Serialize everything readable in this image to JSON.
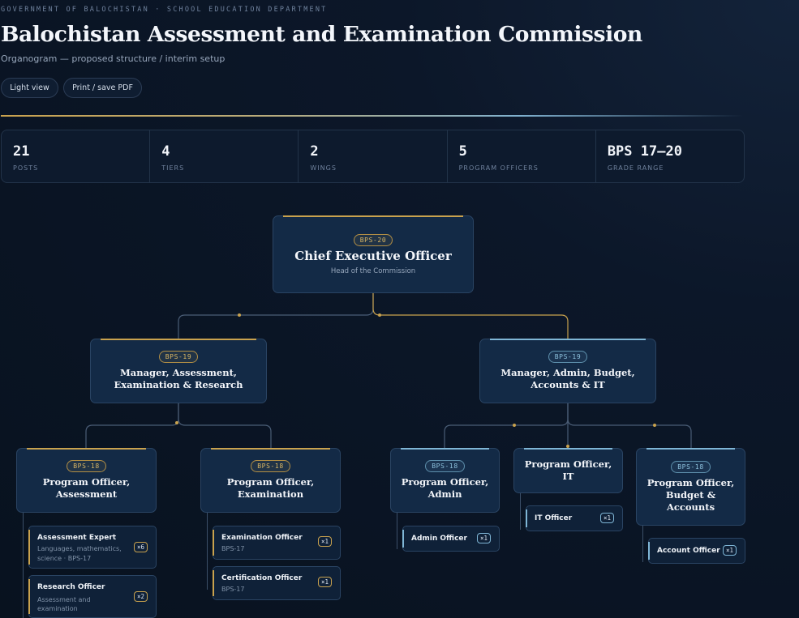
{
  "header": {
    "eyebrow": "GOVERNMENT OF BALOCHISTAN  ·  SCHOOL EDUCATION DEPARTMENT",
    "title": "Balochistan Assessment and Examination Commission",
    "subtitle": "Organogram — proposed structure / interim setup"
  },
  "buttons": {
    "light_view": "Light view",
    "print": "Print / save PDF"
  },
  "stats": [
    {
      "value": "21",
      "label": "POSTS"
    },
    {
      "value": "4",
      "label": "TIERS"
    },
    {
      "value": "2",
      "label": "WINGS"
    },
    {
      "value": "5",
      "label": "PROGRAM OFFICERS"
    },
    {
      "value": "BPS 17–20",
      "label": "GRADE RANGE"
    }
  ],
  "colors": {
    "gold": "#c9a24e",
    "blue": "#7fb6d6",
    "background": "#08121f"
  },
  "org": {
    "ceo": {
      "badge": "BPS-20",
      "title": "Chief Executive Officer",
      "subtitle": "Head of the Commission"
    },
    "manager_assessment": {
      "badge": "BPS-19",
      "title_line1": "Manager, Assessment,",
      "title_line2": "Examination & Research"
    },
    "manager_admin": {
      "badge": "BPS-19",
      "title_line1": "Manager, Admin, Budget,",
      "title_line2": "Accounts & IT"
    },
    "po_assessment": {
      "badge": "BPS-18",
      "title_line1": "Program Officer,",
      "title_line2": "Assessment"
    },
    "po_examination": {
      "badge": "BPS-18",
      "title_line1": "Program Officer,",
      "title_line2": "Examination"
    },
    "po_admin": {
      "badge": "BPS-18",
      "title_line1": "Program Officer,",
      "title_line2": "Admin"
    },
    "po_it": {
      "title_line1": "Program Officer,",
      "title_line2": "IT"
    },
    "po_budget": {
      "badge": "BPS-18",
      "title_line1": "Program Officer,",
      "title_line2": "Budget &",
      "title_line3": "Accounts"
    },
    "leaves": {
      "assessment_expert": {
        "title": "Assessment Expert",
        "sub_line1": "Languages, mathematics,",
        "sub_line2": "science · BPS-17",
        "count": "×6"
      },
      "research_officer": {
        "title": "Research Officer",
        "sub_line1": "Assessment and",
        "sub_line2": "examination",
        "count": "×2"
      },
      "examination_officer": {
        "title": "Examination Officer",
        "sub_line1": "BPS-17",
        "count": "×1"
      },
      "certification_officer": {
        "title": "Certification Officer",
        "sub_line1": "BPS-17",
        "count": "×1"
      },
      "admin_officer": {
        "title": "Admin Officer",
        "count": "×1"
      },
      "it_officer": {
        "title": "IT Officer",
        "count": "×1"
      },
      "account_officer": {
        "title": "Account Officer",
        "count": "×1"
      }
    }
  }
}
